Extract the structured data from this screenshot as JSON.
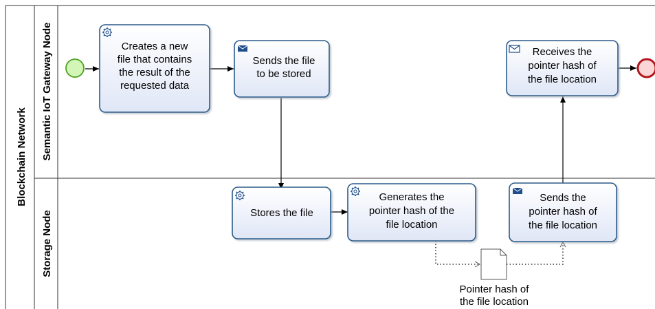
{
  "pool": {
    "label": "Blockchain Network"
  },
  "lanes": [
    {
      "id": "gateway",
      "label": "Semantic IoT Gateway Node"
    },
    {
      "id": "storage",
      "label": "Storage Node"
    }
  ],
  "tasks": [
    {
      "id": "create_file",
      "type": "service",
      "icon": "gear-icon",
      "lines": [
        "Creates a new",
        "file  that contains",
        "the result of the",
        "requested data"
      ]
    },
    {
      "id": "send_file",
      "type": "send",
      "icon": "envelope-filled-icon",
      "lines": [
        "Sends the file",
        "to be stored"
      ]
    },
    {
      "id": "receive_hash",
      "type": "receive",
      "icon": "envelope-outline-icon",
      "lines": [
        "Receives the",
        "pointer hash of",
        "the file location"
      ]
    },
    {
      "id": "store_file",
      "type": "service",
      "icon": "gear-icon",
      "lines": [
        "Stores the file"
      ]
    },
    {
      "id": "generate_hash",
      "type": "service",
      "icon": "gear-icon",
      "lines": [
        "Generates the",
        "pointer hash of the",
        "file location"
      ]
    },
    {
      "id": "send_hash",
      "type": "send",
      "icon": "envelope-filled-icon",
      "lines": [
        "Sends the",
        "pointer hash of",
        "the file location"
      ]
    }
  ],
  "data_object": {
    "lines": [
      "Pointer hash of",
      "the file location"
    ]
  },
  "colors": {
    "task_fill_top": "#ffffff",
    "task_fill_bottom": "#dfe6f6",
    "task_stroke": "#2b5b8a",
    "start_fill": "#d4f5b8",
    "start_stroke": "#4fa321",
    "end_fill": "#fbd6d6",
    "end_stroke": "#b3161c",
    "icon_color": "#1f4e8c",
    "lane_line": "#333333"
  }
}
